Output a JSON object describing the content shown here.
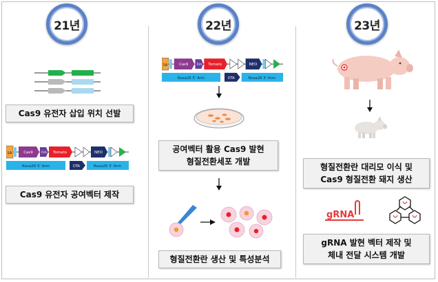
{
  "years": {
    "y21": "21년",
    "y22": "22년",
    "y23": "23년"
  },
  "col21": {
    "step1": "Cas9 유전자 삽입 위치 선발",
    "step2": "Cas9 유전자 공여벡터 제작"
  },
  "col22": {
    "step1_line1": "공여벡터 활용 Cas9 발현",
    "step1_line2": "형질전환세포 개발",
    "step2": "형질전환란 생산 및 특성분석"
  },
  "col23": {
    "step1_line1": "형질전환란 대리모 이식 및",
    "step1_line2": "Cas9 형질전환 돼지 생산",
    "step2_line1": "gRNA 발현 벡터 제작 및",
    "step2_line2": "체내 전달 시스템 개발",
    "grna_label": "gRNA"
  },
  "vector_labels": {
    "sa": "SA",
    "cas9": "Cas9",
    "p2a": "P2A",
    "tomato": "Tomato",
    "neo": "NEO",
    "arm5": "Rosa26 5' Arm",
    "arm3": "Rosa26 3' Arm",
    "dta": "DTA"
  },
  "colors": {
    "badge_ring": "#5b82c7",
    "sa": "#f4a340",
    "cas9": "#8e3a8f",
    "p2a": "#6a3d9a",
    "tomato": "#e8202a",
    "neo": "#1f2f6b",
    "arm": "#29b3e8",
    "dta": "#1f2f6b",
    "grna": "#e43b3b",
    "gene_green": "#22b04a",
    "gene_blue": "#a9d9ef",
    "gene_gray": "#b9b9b9"
  }
}
